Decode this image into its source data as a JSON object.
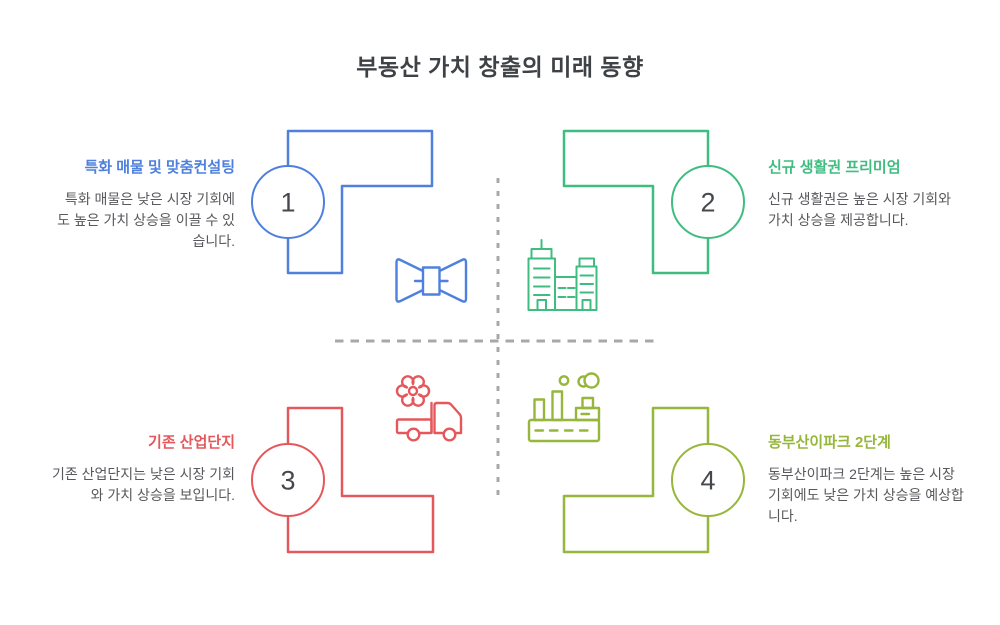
{
  "title": "부동산 가치 창출의 미래 동향",
  "divider_color": "#a8a8a8",
  "number_color": "#45484c",
  "quadrants": [
    {
      "number": "1",
      "heading": "특화 매물 및 맞춤컨설팅",
      "body": "특화 매물은 낮은 시장 기회에도 높은 가치 상승을 이끌 수 있습니다.",
      "color": "#4f80de",
      "icon": "bowtie-icon"
    },
    {
      "number": "2",
      "heading": "신규 생활권 프리미엄",
      "body": "신규 생활권은 높은 시장 기회와 가치 상승을 제공합니다.",
      "color": "#3fbd80",
      "icon": "buildings-icon"
    },
    {
      "number": "3",
      "heading": "기존 산업단지",
      "body": "기존 산업단지는 낮은 시장 기회와 가치 상승을 보입니다.",
      "color": "#e4585c",
      "icon": "flower-truck-icon"
    },
    {
      "number": "4",
      "heading": "동부산이파크 2단계",
      "body": "동부산이파크 2단계는 높은 시장 기회에도 낮은 가치 상승을 예상합니다.",
      "color": "#96b63c",
      "icon": "factory-icon"
    }
  ]
}
